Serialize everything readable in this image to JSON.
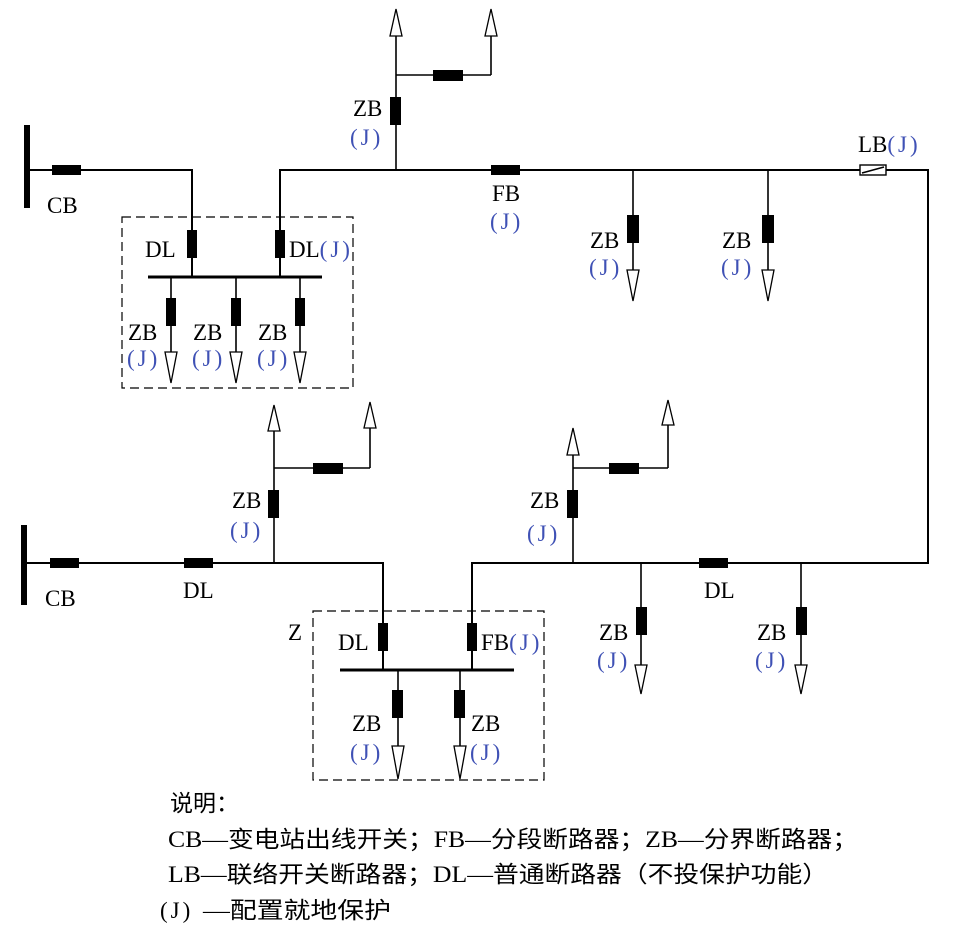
{
  "diagram": {
    "labels": {
      "cb": "CB",
      "dl": "DL",
      "fb": "FB",
      "zb": "ZB",
      "lb": "LB",
      "z": "Z",
      "local_protection": "(J)"
    }
  },
  "legend": {
    "title": "说明：",
    "line1": "CB—变电站出线开关；FB—分段断路器；ZB—分界断路器；",
    "line2": "LB—联络开关断路器；DL—普通断路器（不投保护功能）",
    "line3_marker": "(J)",
    "line3_text": "—配置就地保护"
  },
  "colors": {
    "line": "#000000",
    "protection_label": "#3f51b5",
    "background": "#ffffff"
  }
}
